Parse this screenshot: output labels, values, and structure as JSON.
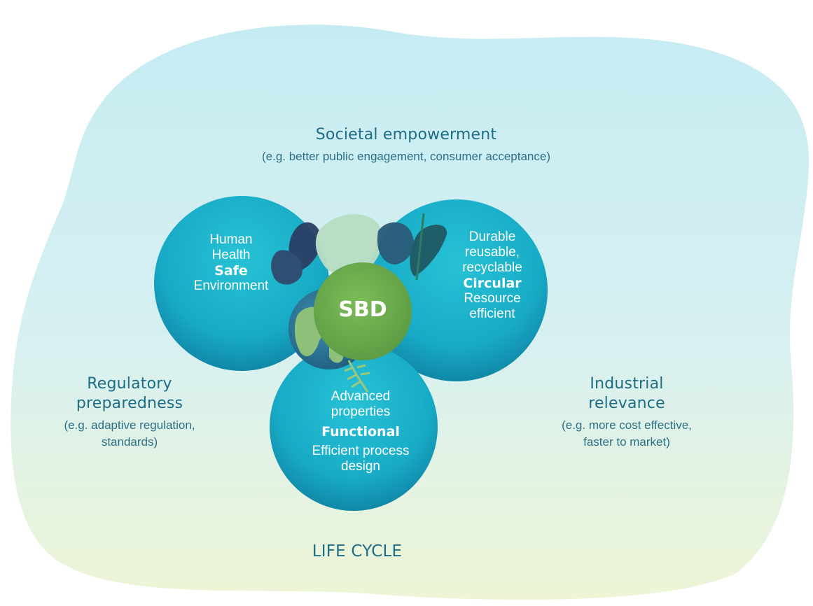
{
  "top": {
    "heading": "Societal empowerment",
    "sub": "(e.g. better public engagement, consumer acceptance)"
  },
  "left": {
    "heading_line1": "Regulatory",
    "heading_line2": "preparedness",
    "sub_line1": "(e.g. adaptive regulation,",
    "sub_line2": "standards)"
  },
  "right": {
    "heading_line1": "Industrial",
    "heading_line2": "relevance",
    "sub_line1": "(e.g. more cost effective,",
    "sub_line2": "faster to market)"
  },
  "bottom": {
    "label": "LIFE CYCLE"
  },
  "center": {
    "label": "SBD"
  },
  "circle_safe": {
    "line1": "Human",
    "line2": "Health",
    "keyword": "Safe",
    "line3": "Environment"
  },
  "circle_circular": {
    "line1": "Durable",
    "line2": "reusable,",
    "line3": "recyclable",
    "keyword": "Circular",
    "line4": "Resource",
    "line5": "efficient"
  },
  "circle_functional": {
    "line1": "Advanced",
    "line2": "properties",
    "keyword": "Functional",
    "line3": "Efficient process",
    "line4": "design"
  },
  "colors": {
    "background_top": "#cbeef3",
    "background_bottom": "#eef5d8",
    "circle": "#1cb5cc",
    "circle_dark": "#128ba7",
    "center": "#6aa84f",
    "heading": "#1e6d86",
    "leaf_dark": "#2a3f63",
    "leaf_light": "#b5dcc0"
  }
}
